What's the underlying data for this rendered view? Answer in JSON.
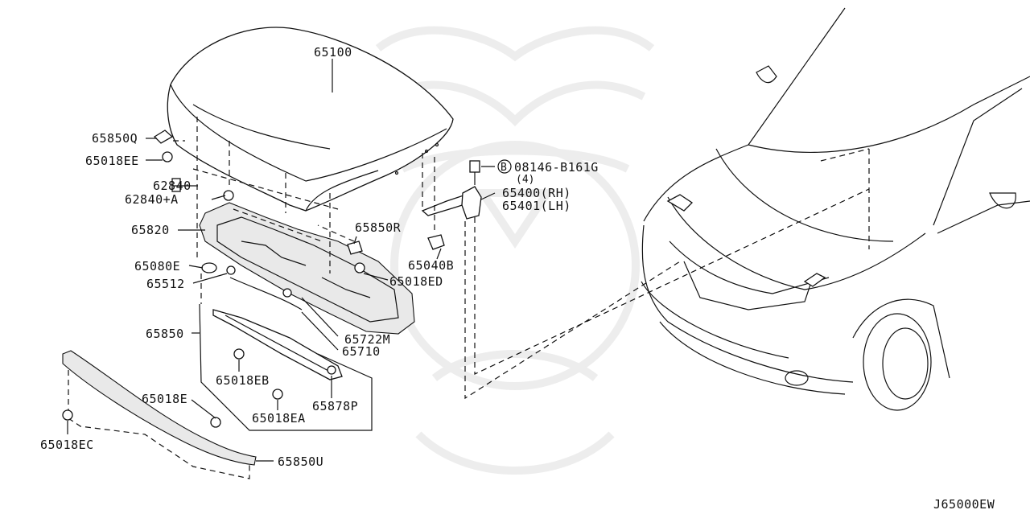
{
  "diagram_id": "J65000EW",
  "callouts": [
    {
      "id": "c-65100",
      "text": "65100"
    },
    {
      "id": "c-65850q",
      "text": "65850Q"
    },
    {
      "id": "c-65018ee",
      "text": "65018EE"
    },
    {
      "id": "c-62840",
      "text": "62840"
    },
    {
      "id": "c-62840a",
      "text": "62840+A"
    },
    {
      "id": "c-65820",
      "text": "65820"
    },
    {
      "id": "c-65850r",
      "text": "65850R"
    },
    {
      "id": "c-65040b",
      "text": "65040B"
    },
    {
      "id": "c-65018ed",
      "text": "65018ED"
    },
    {
      "id": "c-65080e",
      "text": "65080E"
    },
    {
      "id": "c-65512",
      "text": "65512"
    },
    {
      "id": "c-65850",
      "text": "65850"
    },
    {
      "id": "c-65722m",
      "text": "65722M"
    },
    {
      "id": "c-65710",
      "text": "65710"
    },
    {
      "id": "c-65018eb",
      "text": "65018EB"
    },
    {
      "id": "c-65018e",
      "text": "65018E"
    },
    {
      "id": "c-65878p",
      "text": "65878P"
    },
    {
      "id": "c-65018ea",
      "text": "65018EA"
    },
    {
      "id": "c-65018ec",
      "text": "65018EC"
    },
    {
      "id": "c-65850u",
      "text": "65850U"
    },
    {
      "id": "c-08146",
      "text": "08146-B161G"
    },
    {
      "id": "c-qty4",
      "text": "(4)"
    },
    {
      "id": "c-65400",
      "text": "65400(RH)"
    },
    {
      "id": "c-65401",
      "text": "65401(LH)"
    }
  ],
  "bolt_marker": "B"
}
